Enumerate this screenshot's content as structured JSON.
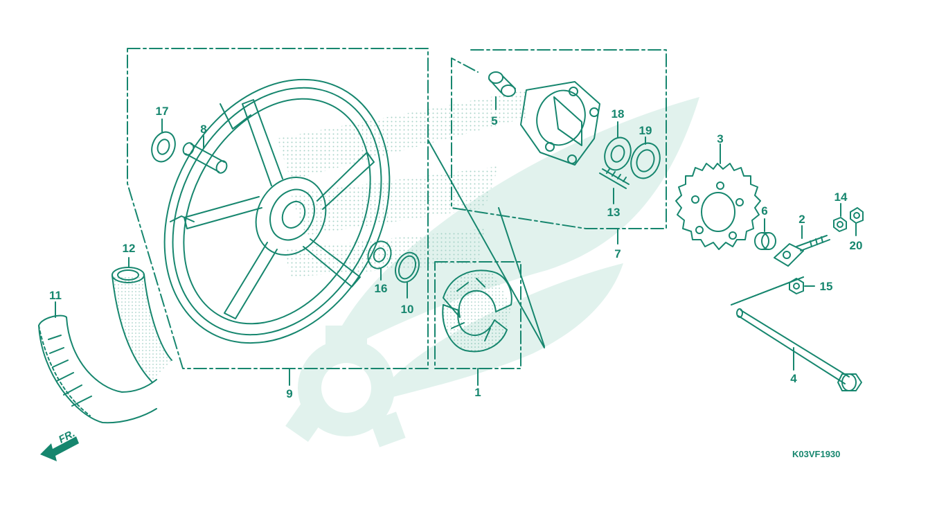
{
  "colors": {
    "line": "#16866e",
    "watermark": "#e1f2ed",
    "dots": "#9fcfc3",
    "background": "#ffffff"
  },
  "diagram": {
    "drawing_code": "K03VF1930",
    "front_indicator": "FR.",
    "parts": [
      {
        "id": "p1",
        "label": "1"
      },
      {
        "id": "p2",
        "label": "2"
      },
      {
        "id": "p3",
        "label": "3"
      },
      {
        "id": "p4",
        "label": "4"
      },
      {
        "id": "p5",
        "label": "5"
      },
      {
        "id": "p6",
        "label": "6"
      },
      {
        "id": "p7",
        "label": "7"
      },
      {
        "id": "p8",
        "label": "8"
      },
      {
        "id": "p9",
        "label": "9"
      },
      {
        "id": "p10",
        "label": "10"
      },
      {
        "id": "p11",
        "label": "11"
      },
      {
        "id": "p12",
        "label": "12"
      },
      {
        "id": "p13",
        "label": "13"
      },
      {
        "id": "p14",
        "label": "14"
      },
      {
        "id": "p15",
        "label": "15"
      },
      {
        "id": "p16",
        "label": "16"
      },
      {
        "id": "p17",
        "label": "17"
      },
      {
        "id": "p18",
        "label": "18"
      },
      {
        "id": "p19",
        "label": "19"
      },
      {
        "id": "p20",
        "label": "20"
      }
    ]
  }
}
